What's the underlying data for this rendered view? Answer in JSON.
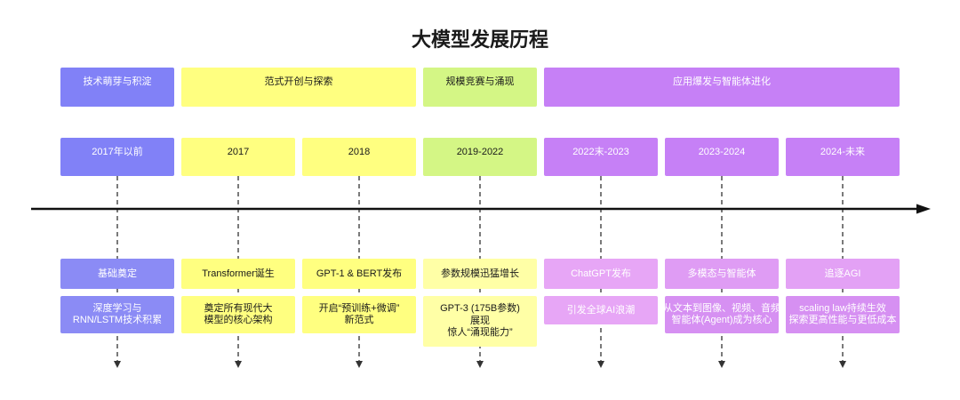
{
  "title": "大模型发展历程",
  "colors": {
    "title": "#1A1A1A",
    "axis": "#111111",
    "guide": "#333333"
  },
  "phases": [
    {
      "label": "技术萌芽与积淀",
      "color": "#8181F7",
      "text_color": "#FFFFFF",
      "periods": [
        {
          "year": "2017年以前",
          "year_color": "#8181F7",
          "event": "基础奠定",
          "event_color": "#8B8BF5",
          "detail": [
            "深度学习与",
            "RNN/LSTM技术积累"
          ],
          "detail_color": "#8B8BF5"
        }
      ]
    },
    {
      "label": "范式开创与探索",
      "color": "#FFFF80",
      "text_color": "#1A1A1A",
      "periods": [
        {
          "year": "2017",
          "year_color": "#FFFF80",
          "event": "Transformer诞生",
          "event_color": "#FFFF80",
          "detail": [
            "奠定所有现代大",
            "模型的核心架构"
          ],
          "detail_color": "#FFFF80"
        },
        {
          "year": "2018",
          "year_color": "#FFFF80",
          "event": "GPT-1 & BERT发布",
          "event_color": "#FFFF80",
          "detail": [
            "开启“预训练+微调”",
            "新范式"
          ],
          "detail_color": "#FFFF80"
        }
      ]
    },
    {
      "label": "规模竞赛与涌现",
      "color": "#D4F685",
      "text_color": "#1A1A1A",
      "periods": [
        {
          "year": "2019-2022",
          "year_color": "#D4F685",
          "event": "参数规模迅猛增长",
          "event_color": "#FFFFA6",
          "detail": [
            "GPT-3 (175B参数)",
            "展现",
            "惊人“涌现能力”"
          ],
          "detail_color": "#FFFFA6"
        }
      ]
    },
    {
      "label": "应用爆发与智能体进化",
      "color": "#C680F6",
      "text_color": "#FFFFFF",
      "periods": [
        {
          "year": "2022末-2023",
          "year_color": "#C680F6",
          "event": "ChatGPT发布",
          "event_color": "#E7A6F6",
          "detail": [
            "引发全球AI浪潮"
          ],
          "detail_color": "#E7A6F6"
        },
        {
          "year": "2023-2024",
          "year_color": "#C680F6",
          "event": "多模态与智能体",
          "event_color": "#DF9CF4",
          "detail": [
            "从文本到图像、视频、音频",
            "智能体(Agent)成为核心"
          ],
          "detail_color": "#D690F2"
        },
        {
          "year": "2024-未来",
          "year_color": "#C680F6",
          "event": "追逐AGI",
          "event_color": "#E3A1F5",
          "detail": [
            "scaling law持续生效",
            "探索更高性能与更低成本"
          ],
          "detail_color": "#D690F2"
        }
      ]
    }
  ]
}
